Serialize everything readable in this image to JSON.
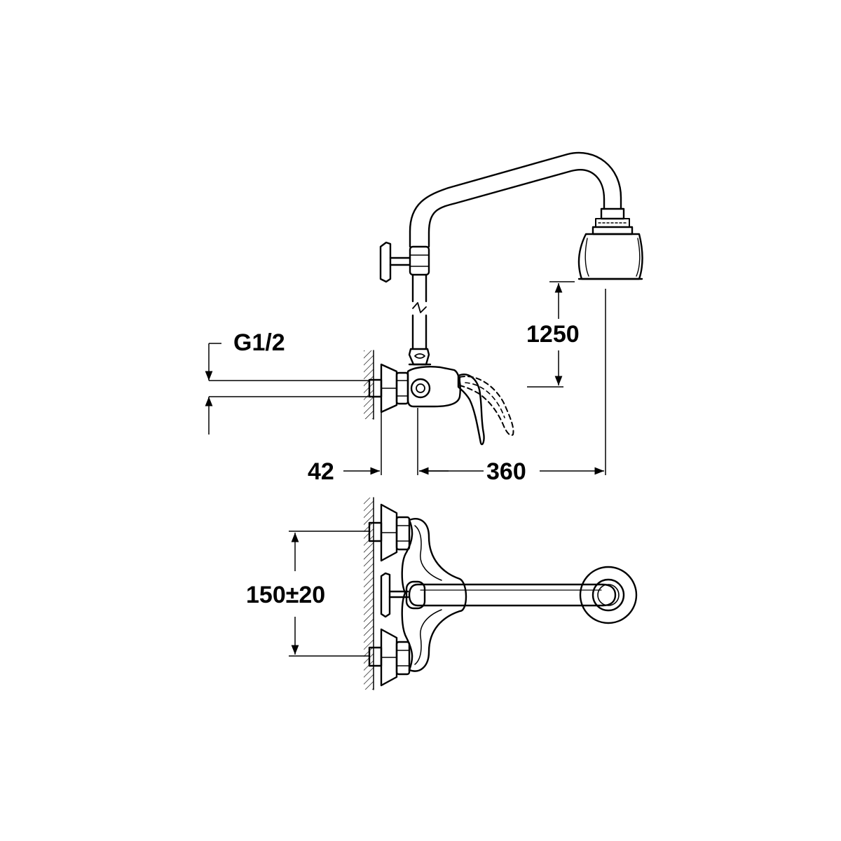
{
  "dimensions": {
    "thread": "G1/2",
    "shower_height": "1250",
    "wall_offset": "42",
    "arm_reach": "360",
    "inlet_spacing": "150±20"
  }
}
